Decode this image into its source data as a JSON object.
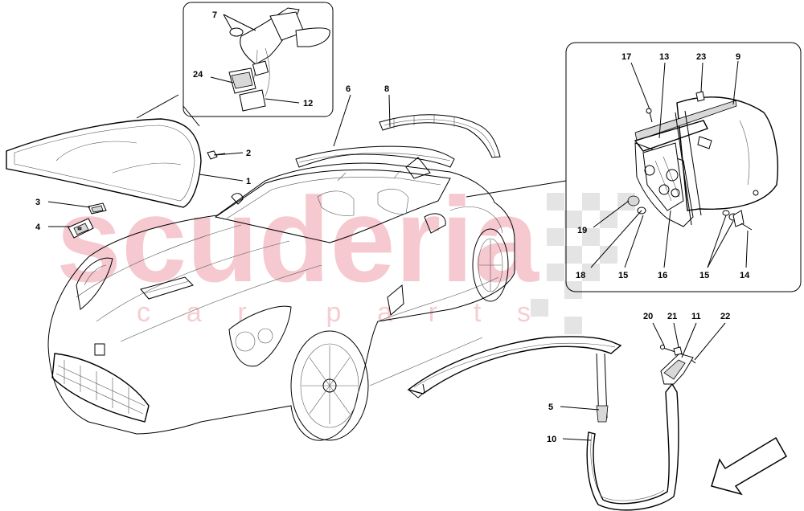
{
  "watermark": {
    "word": "scuderia",
    "sub": "car parts",
    "color": "#f2b8bf"
  },
  "callouts": [
    {
      "id": "c1",
      "text": "1"
    },
    {
      "id": "c2",
      "text": "2"
    },
    {
      "id": "c3",
      "text": "3"
    },
    {
      "id": "c4",
      "text": "4"
    },
    {
      "id": "c5",
      "text": "5"
    },
    {
      "id": "c6",
      "text": "6"
    },
    {
      "id": "c7",
      "text": "7"
    },
    {
      "id": "c8",
      "text": "8"
    },
    {
      "id": "c9",
      "text": "9"
    },
    {
      "id": "c10",
      "text": "10"
    },
    {
      "id": "c11",
      "text": "11"
    },
    {
      "id": "c12",
      "text": "12"
    },
    {
      "id": "c13",
      "text": "13"
    },
    {
      "id": "c14",
      "text": "14"
    },
    {
      "id": "c15a",
      "text": "15"
    },
    {
      "id": "c15b",
      "text": "15"
    },
    {
      "id": "c16",
      "text": "16"
    },
    {
      "id": "c17",
      "text": "17"
    },
    {
      "id": "c18",
      "text": "18"
    },
    {
      "id": "c19",
      "text": "19"
    },
    {
      "id": "c20",
      "text": "20"
    },
    {
      "id": "c21",
      "text": "21"
    },
    {
      "id": "c22",
      "text": "22"
    },
    {
      "id": "c23",
      "text": "23"
    },
    {
      "id": "c24",
      "text": "24"
    }
  ],
  "icons": {
    "direction_arrow": "front-direction-arrow-icon",
    "checker_flag": "checkered-flag-watermark"
  },
  "colors": {
    "line": "#000000",
    "watermark": "#f2b8bf",
    "checker": "#e6e6e6"
  }
}
